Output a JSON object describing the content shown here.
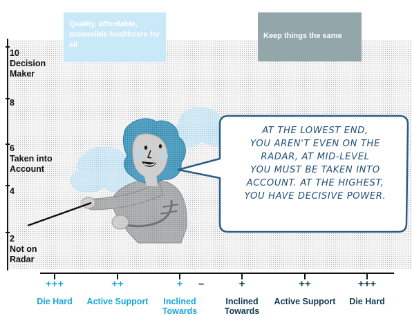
{
  "boxes": {
    "left": {
      "text": "Quality, affordable, accessible healthcare for all",
      "color": "#c9e9f8"
    },
    "right": {
      "text": "Keep things the same",
      "color": "#93a6a9"
    }
  },
  "y_axis": {
    "labels": [
      {
        "number": "10",
        "text": "Decision Maker"
      },
      {
        "number": "8",
        "text": ""
      },
      {
        "number": "6",
        "text": "Taken into Account"
      },
      {
        "number": "4",
        "text": ""
      },
      {
        "number": "2",
        "text": "Not on Radar"
      }
    ]
  },
  "x_axis": {
    "minus": "–",
    "items": [
      {
        "sign": "+++",
        "label": "Die Hard",
        "side": "support"
      },
      {
        "sign": "++",
        "label": "Active Support",
        "side": "support"
      },
      {
        "sign": "+",
        "label": "Inclined Towards",
        "side": "support"
      },
      {
        "sign": "+",
        "label": "Inclined Towards",
        "side": "oppose"
      },
      {
        "sign": "++",
        "label": "Active Support",
        "side": "oppose"
      },
      {
        "sign": "+++",
        "label": "Die Hard",
        "side": "oppose"
      }
    ]
  },
  "speech_bubble": {
    "lines": [
      "AT THE LOWEST END,",
      "YOU AREN'T EVEN ON THE",
      "RADAR, AT MID-LEVEL",
      "YOU MUST BE TAKEN INTO",
      "ACCOUNT. AT THE HIGHEST,",
      "YOU HAVE DECISIVE POWER."
    ]
  },
  "colors": {
    "support": "#1aa6d9",
    "oppose": "#0f3a4f",
    "bubble_border": "#2a5c86",
    "hair": "#3f93b7"
  },
  "icons": {
    "character": "presenter-woman-illustration",
    "pointer": "pointer-stick-icon"
  }
}
